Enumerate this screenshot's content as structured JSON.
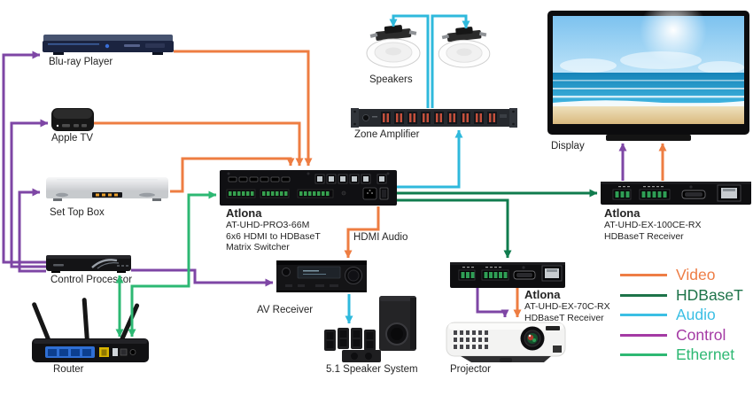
{
  "devices": {
    "bluray": {
      "label": "Blu-ray Player"
    },
    "apple_tv": {
      "label": "Apple TV"
    },
    "set_top_box": {
      "label": "Set Top Box"
    },
    "control_processor": {
      "label": "Control Processor"
    },
    "router": {
      "label": "Router"
    },
    "speakers": {
      "label": "Speakers"
    },
    "zone_amplifier": {
      "label": "Zone Amplifier"
    },
    "display": {
      "label": "Display"
    },
    "matrix_switcher": {
      "brand": "Atlona",
      "model": "AT-UHD-PRO3-66M",
      "description_line1": "6x6 HDMI to HDBaseT",
      "description_line2": "Matrix Switcher"
    },
    "receiver_100ce": {
      "brand": "Atlona",
      "model": "AT-UHD-EX-100CE-RX",
      "description": "HDBaseT Receiver"
    },
    "receiver_70c": {
      "brand": "Atlona",
      "model": "AT-UHD-EX-70C-RX",
      "description": "HDBaseT Receiver"
    },
    "av_receiver": {
      "label": "AV Receiver"
    },
    "speaker_system_51": {
      "label": "5.1 Speaker System"
    },
    "projector": {
      "label": "Projector"
    }
  },
  "annotations": {
    "hdmi_audio": "HDMI Audio"
  },
  "legend": [
    {
      "label": "Video",
      "color": "#ee7d45"
    },
    {
      "label": "HDBaseT",
      "color": "#1d7349"
    },
    {
      "label": "Audio",
      "color": "#3bbfe4"
    },
    {
      "label": "Control",
      "color": "#a43aa4"
    },
    {
      "label": "Ethernet",
      "color": "#2eb873"
    }
  ],
  "colors": {
    "video": "#ee7d42",
    "hdbaset": "#107c4e",
    "audio": "#2fb9dc",
    "control": "#7e46a5",
    "ethernet": "#2db873"
  }
}
